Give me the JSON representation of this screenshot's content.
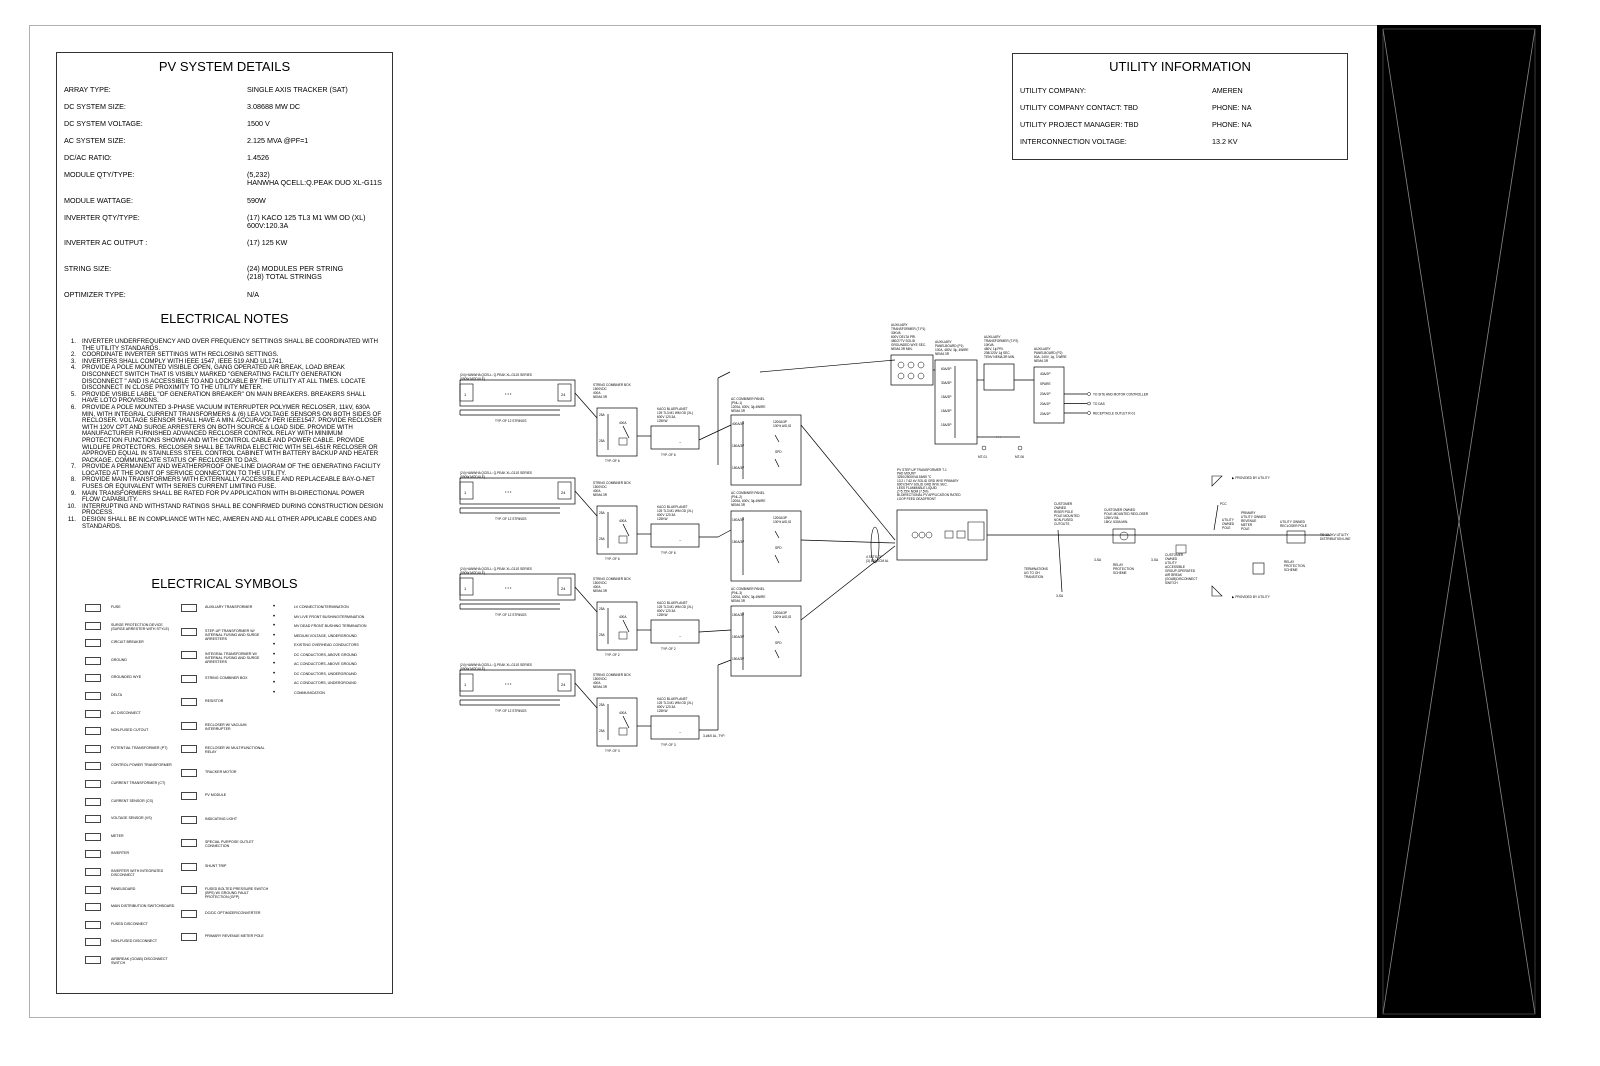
{
  "pv_system": {
    "title": "PV SYSTEM DETAILS",
    "rows": [
      {
        "label": "ARRAY TYPE:",
        "value": "SINGLE AXIS TRACKER (SAT)",
        "value2": ""
      },
      {
        "label": "DC SYSTEM SIZE:",
        "value": "3.08688 MW DC",
        "value2": ""
      },
      {
        "label": "DC SYSTEM VOLTAGE:",
        "value": "1500 V",
        "value2": ""
      },
      {
        "label": "AC SYSTEM SIZE:",
        "value": "2.125 MVA @PF=1",
        "value2": ""
      },
      {
        "label": "DC/AC RATIO:",
        "value": "1.4526",
        "value2": ""
      },
      {
        "label": "MODULE QTY/TYPE:",
        "value": "(5,232)",
        "value2": "HANWHA QCELL:Q.PEAK DUO XL-G11S"
      },
      {
        "label": "MODULE WATTAGE:",
        "value": "590W",
        "value2": ""
      },
      {
        "label": "INVERTER QTY/TYPE:",
        "value": "(17) KACO 125 TL3 M1 WM OD (XL)",
        "value2": "600V:120.3A"
      },
      {
        "label": "INVERTER AC OUTPUT :",
        "value": "(17) 125 KW",
        "value2": ""
      },
      {
        "label": "STRING SIZE:",
        "value": "(24) MODULES PER STRING",
        "value2": "(218) TOTAL STRINGS"
      },
      {
        "label": "OPTIMIZER TYPE:",
        "value": "N/A",
        "value2": ""
      }
    ]
  },
  "electrical_notes": {
    "title": "ELECTRICAL NOTES",
    "items": [
      {
        "n": "1.",
        "lines": [
          "INVERTER UNDERFREQUENCY AND OVER FREQUENCY SETTINGS SHALL BE COORDINATED WITH",
          "THE UTILITY STANDARDS."
        ]
      },
      {
        "n": "2.",
        "lines": [
          "COORDINATE INVERTER SETTINGS WITH RECLOSING SETTINGS."
        ]
      },
      {
        "n": "3.",
        "lines": [
          "INVERTERS SHALL COMPLY WITH IEEE 1547, IEEE 519 AND UL1741."
        ]
      },
      {
        "n": "4.",
        "lines": [
          "PROVIDE A POLE MOUNTED VISIBLE OPEN, GANG OPERATED AIR BREAK, LOAD BREAK",
          "DISCONNECT SWITCH THAT IS VISIBLY MARKED \"GENERATING FACILITY GENERATION",
          "DISCONNECT \" AND IS ACCESSIBLE TO AND LOCKABLE BY THE UTILITY AT ALL TIMES. LOCATE",
          "DISCONNECT IN CLOSE PROXIMITY TO THE UTILITY METER."
        ]
      },
      {
        "n": "5.",
        "lines": [
          "PROVIDE VISIBLE LABEL \"OF GENERATION BREAKER\" ON MAIN BREAKERS. BREAKERS SHALL",
          "HAVE LOTO PROVISIONS."
        ]
      },
      {
        "n": "6.",
        "lines": [
          "PROVIDE A POLE MOUNTED 3-PHASE VACUUM INTERRUPTER POLYMER RECLOSER, 11kV, 630A",
          "MIN, WITH INTEGRAL CURRENT TRANSFORMERS & (6) LEA VOLTAGE SENSORS ON BOTH SIDES OF",
          "RECLOSER. VOLTAGE SENSOR SHALL HAVE A MIN. ACCURACY PER IEEE1547. PROVIDE RECLOSER",
          "WITH 120V CPT AND SURGE ARRESTERS ON BOTH SOURCE & LOAD SIDE. PROVIDE WITH",
          "MANUFACTURER FURNISHED ADVANCED RECLOSER CONTROL RELAY WITH MINIMUM",
          "PROTECTION FUNCTIONS SHOWN AND WITH CONTROL CABLE AND POWER CABLE. PROVIDE",
          "WILDLIFE PROTECTORS. RECLOSER SHALL BE TAVRIDA ELECTRIC WITH SEL-651R RECLOSER OR",
          "APPROVED EQUAL IN STAINLESS STEEL CONTROL CABINET WITH BATTERY BACKUP AND HEATER",
          "PACKAGE. COMMUNICATE STATUS OF  RECLOSER TO DAS."
        ]
      },
      {
        "n": "7.",
        "lines": [
          "PROVIDE A PERMANENT AND WEATHERPROOF ONE-LINE DIAGRAM OF THE GENERATING FACILITY",
          "LOCATED AT THE POINT OF SERVICE CONNECTION TO THE UTILITY."
        ]
      },
      {
        "n": "8.",
        "lines": [
          "PROVIDE MAIN TRANSFORMERS WITH EXTERNALLY ACCESSIBLE AND REPLACEABLE BAY-O-NET",
          "FUSES OR EQUIVALENT WITH SERIES CURRENT LIMITING FUSE."
        ]
      },
      {
        "n": "9.",
        "lines": [
          "MAIN TRANSFORMERS SHALL BE RATED FOR PV APPLICATION WITH BI-DIRECTIONAL POWER",
          "FLOW CAPABILITY."
        ]
      },
      {
        "n": "10.",
        "lines": [
          "INTERRUPTING AND WITHSTAND RATINGS SHALL BE CONFIRMED DURING CONSTRUCTION DESIGN",
          "PROCESS."
        ]
      },
      {
        "n": "11.",
        "lines": [
          "DESIGN SHALL BE IN COMPLIANCE WITH NEC, AMEREN AND ALL OTHER APPLICABLE CODES AND",
          "STANDARDS."
        ]
      }
    ]
  },
  "electrical_symbols": {
    "title": "ELECTRICAL SYMBOLS",
    "col1": [
      "FUSE",
      "SURGE PROTECTION DEVICE (SURGE ARRESTER WITH STYLE)",
      "CIRCUIT BREAKER",
      "GROUND",
      "GROUNDED WYE",
      "DELTA",
      "AC DISCONNECT",
      "NON-FUSED CUTOUT",
      "POTENTIAL TRANSFORMER (PT)",
      "CONTROL POWER TRANSFORMER",
      "CURRENT TRANSFORMER (CT)",
      "CURRENT SENSOR (CS)",
      "VOLTAGE SENSOR (VS)",
      "METER",
      "INVERTER",
      "INVERTER WITH INTEGRATED DISCONNECT",
      "PANELBOARD",
      "MAIN DISTRIBUTION SWITCHBOARD",
      "FUSED DISCONNECT",
      "NON-FUSED DISCONNECT",
      "AIRBREAK (GOAB) DISCONNECT SWITCH"
    ],
    "col2": [
      "AUXILIARY TRANSFORMER",
      "STEP-UP TRANSFORMER W/ INTERNAL FUSING AND SURGE ARRESTERS",
      "INTEGRAL TRANSFORMER W/ INTERNAL FUSING AND SURGE ARRESTERS",
      "STRING COMBINER BOX",
      "RESISTOR",
      "RECLOSER W/ VACUUM INTERRUPTER",
      "RECLOSER W/ MULTIFUNCTIONAL RELAY",
      "TRACKER MOTOR",
      "PV MODULE",
      "INDICATING LIGHT",
      "SPECIAL PURPOSE OUTLET CONNECTION",
      "SHUNT TRIP",
      "FUSED BOLTED PRESSURE SWITCH (BPS) W/ GROUND FAULT PROTECTION (GFP)",
      "DC/DC OPTIMIZER/CONVERTER",
      "PRIMARY REVENUE METER POLE"
    ],
    "col3": [
      "LV CONNECTION/TERMINATION",
      "MV LIVE FRONT BUSHING/TERMINATION",
      "MV DEAD FRONT BUSHING TERMINATION",
      "MEDIUM VOLTAGE, UNDERGROUND",
      "EXISTING OVERHEAD CONDUCTORS",
      "DC CONDUCTORS, ABOVE GROUND",
      "AC CONDUCTORS, ABOVE GROUND",
      "DC CONDUCTORS, UNDERGROUND",
      "AC CONDUCTORS, UNDERGROUND",
      "COMMUNICATION"
    ]
  },
  "utility": {
    "title": "UTILITY INFORMATION",
    "rows": [
      {
        "label": "UTILITY COMPANY:",
        "value": "AMEREN"
      },
      {
        "label": "UTILITY COMPANY CONTACT: TBD",
        "value": "PHONE: NA"
      },
      {
        "label": "UTILITY PROJECT MANAGER: TBD",
        "value": "PHONE: NA"
      },
      {
        "label": "INTERCONNECTION VOLTAGE:",
        "value": "13.2 KV"
      }
    ]
  },
  "diagram": {
    "array_label": [
      "(24) HANWHA QCELL: Q.PEAK XL-G11S SERIES",
      "(590W MODULE)"
    ],
    "module_first": "1",
    "module_last": "24",
    "strings_label": "TYP. OF 12 STRINGS",
    "combiner": [
      "STRING COMBINER BOX",
      "1500VDC",
      "400A",
      "NEMA 3R"
    ],
    "combiner_fuse": "25A",
    "combiner_main": "400A",
    "inverter": [
      "KACO BLUEPLANET",
      "125 TL3 M1 WM OD (XL)",
      "600V 120.3A",
      "125KW"
    ],
    "typ_labels": [
      "TYP. OF 6",
      "TYP. OF 6",
      "TYP. OF 2",
      "TYP. OF 3"
    ],
    "ac_panels": [
      {
        "lines": [
          "AC COMBINER PANEL",
          "(PNL-1)",
          "1200A, 600V, 3ϕ 4WIRE",
          "NEMA 3R"
        ],
        "main": [
          "1200A/3P",
          "100% AIS,IG"
        ],
        "breakers": [
          "400A/3P",
          "150A/3P",
          "150A/3P"
        ]
      },
      {
        "lines": [
          "AC COMBINER PANEL",
          "(PNL-2)",
          "1200A, 600V, 3ϕ 4WIRE",
          "NEMA 3R"
        ],
        "main": [
          "1200A/3P",
          "100% AIS,IG"
        ],
        "breakers": [
          "150A/3P",
          "150A/3P"
        ]
      },
      {
        "lines": [
          "AC COMBINER PANEL",
          "(PNL-3)",
          "1200A, 600V, 3ϕ 4WIRE",
          "NEMA 3R"
        ],
        "main": [
          "1200A/3P",
          "100% AIS,IG"
        ],
        "breakers": [
          "150A/3P",
          "150A/3P",
          "150A/3P"
        ]
      }
    ],
    "spd": "SPD",
    "aux_transformer": [
      "AUXILIARY",
      "TRANSFORMER (T-P1)",
      "30KVA",
      "600V DELTA PRI.",
      "480/277V SOLID",
      "GROUNDED WYE SEC.",
      "NEMA 3R MIN."
    ],
    "aux_panel1": [
      "AUXILIARY",
      "PANELBOARD (P1)",
      "100A, 480V, 3ϕ, 4WIRE",
      "NEMA 3R"
    ],
    "aux_transformer2": [
      "AUXILIARY",
      "TRANSFORMER (T-P2)",
      "10KVA",
      "480V, 1ϕ PRI.",
      "208/120V 1ϕ SEC.",
      "TENV NEMA 3R MIN."
    ],
    "aux_panel2": [
      "AUXILIARY",
      "PANELBOARD (P2)",
      "60A, 240V, 1ϕ, 3 WIRE",
      "NEMA 3R"
    ],
    "aux_breakers": [
      "60A/3P",
      "30A/3P",
      "15A/3P",
      "15A/3P",
      "15A/3P"
    ],
    "aux_breakers2": [
      "40A/2P",
      "SPARE",
      "20A/1P",
      "20A/1P",
      "20A/1P"
    ],
    "aux_loads": [
      "TO SITE AND MOTOR CONTROLLER",
      "TO DAS",
      "RECEPTACLE OUTLET R-01"
    ],
    "motor_labels": [
      "MT-01",
      "MT-06"
    ],
    "step_up": [
      "PV STEP-UP TRANSFORMER T-1",
      "PAD MOUNT",
      "3250/2500KVA 55/65 °C",
      "13.2 / 7.62 kV SOLID GRD WYE PRIMARY",
      "600Y/347V SOLID GRD WYE SEC.",
      "LESS FLAMMABLE LIQUID",
      "Z=5.75% NOM (7.5%)",
      "BI-DIRECTIONAL PV APPLICATION RATED",
      "LOOP FEED DEADFRONT"
    ],
    "feeder_sets": [
      "4 SETS OF",
      "(3) 500 KCM AL"
    ],
    "bottom_wire": "3-#4/0 AL, TYP.",
    "customer_pole": [
      "CUSTOMER",
      "OWNED",
      "RISER POLE",
      "POLE MOUNTED",
      "NON-FUSED",
      "CUTOUTS"
    ],
    "terminations": [
      "TERMINATIONS",
      "UG TO OH",
      "TRANSITION"
    ],
    "customer_recloser": [
      "CUSTOMER OWNED",
      "POLE-MOUNTED RECLOSER",
      "125KV BIL",
      "15KV, 630A MIN."
    ],
    "relay": [
      "RELAY",
      "PROTECTION",
      "SCHEME"
    ],
    "ratings": [
      "3-SA",
      "3-SA",
      "3-SA"
    ],
    "gab": [
      "CUSTOMER",
      "OWNED",
      "UTILITY",
      "ACCESSIBLE",
      "GROUP-OPERATED",
      "AIR BREAK",
      "(GOAB)DISCONNECT",
      "SWITCH"
    ],
    "pcc": "PCC",
    "utility_pole": [
      "UTILITY",
      "OWNED",
      "POLE"
    ],
    "meter_pole": [
      "PRIMARY",
      "UTILITY OWNED",
      "REVENUE",
      "METER",
      "POLE"
    ],
    "utility_recloser": [
      "UTILITY OWNED",
      "RECLOSER POLE"
    ],
    "dist_line": [
      "TO 13.2KV UTILITY",
      "DISTRIBUTION LINE"
    ],
    "provided_by_utility": "PROVIDED BY UTILITY"
  }
}
